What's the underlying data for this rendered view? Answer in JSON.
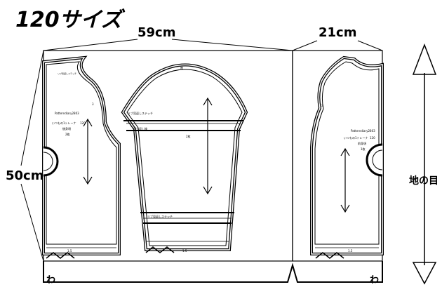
{
  "title": "120サイズ",
  "dimensions": {
    "left_width": "59cm",
    "right_width": "21cm",
    "height": "50cm",
    "grain_label": "地の目"
  },
  "fold_marks": {
    "left": "わ",
    "right": "わ"
  },
  "pattern_labels": {
    "brand": "Patterndiary2803",
    "item": "いつもの1トレーナ",
    "size": "120",
    "front": "前身頃",
    "back": "後身頃",
    "sleeve": "袖",
    "cut_back": "2枚",
    "cut_front": "1枚",
    "sleeve_cut": "2枚",
    "rib": "リブ見返しステッチ",
    "seam": "1.5",
    "fold_line": "折り返し線",
    "hem": "3"
  }
}
